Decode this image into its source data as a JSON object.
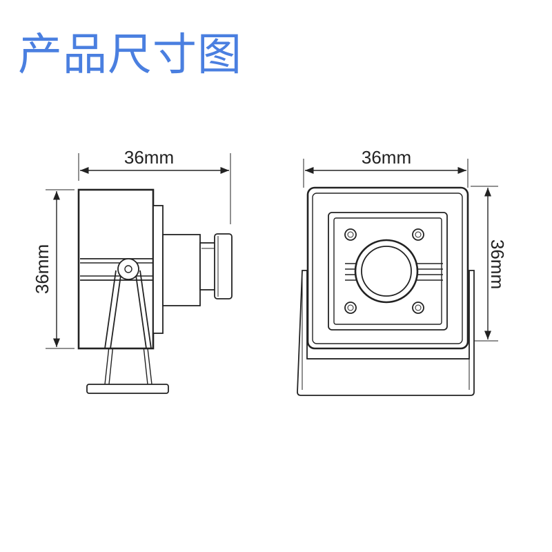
{
  "title": "产品尺寸图",
  "side_view": {
    "width_label": "36mm",
    "height_label": "36mm"
  },
  "front_view": {
    "width_label": "36mm",
    "height_label": "36mm"
  }
}
